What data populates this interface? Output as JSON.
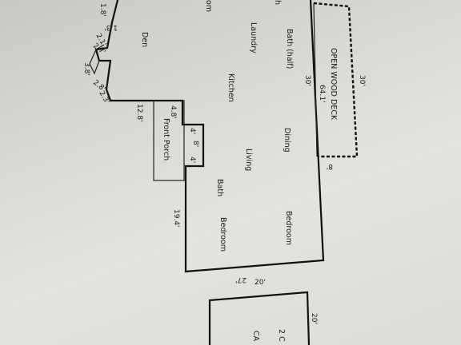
{
  "plan": {
    "rooms": {
      "bath_half": "Bath (half)",
      "laundry": "Laundry",
      "kitchen": "Kitchen",
      "den": "Den",
      "dining": "Dining",
      "living": "Living",
      "bath": "Bath",
      "bedroom_1": "Bedroom",
      "bedroom_2": "Bedroom",
      "front_porch": "Front Porch",
      "open_wood_deck": "OPEN WOOD DECK",
      "edge_room_top": "om",
      "edge_room_top2": "h",
      "garage_label_1": "2 C",
      "garage_label_2": "CA"
    },
    "dimensions": {
      "d_1_8": "1.8'",
      "d_1_3": "1.3'",
      "d_2_1a": "2.1'",
      "d_2_7": "2.7'",
      "d_3_8": "3.8'",
      "d_2_8": "2.8'",
      "d_2_3": "2.3'",
      "d_12_8": "12.8'",
      "d_4_8": "4.8'",
      "d_8": "8'",
      "d_4a": "4'",
      "d_4b": "4'",
      "d_19_4": "19.4'",
      "d_27": "27'",
      "d_20": "20'",
      "d_20b": "20'",
      "d_30a": "30'",
      "d_30b": "30'",
      "d_64_1": "64.1'",
      "d_8b": "8'"
    }
  }
}
